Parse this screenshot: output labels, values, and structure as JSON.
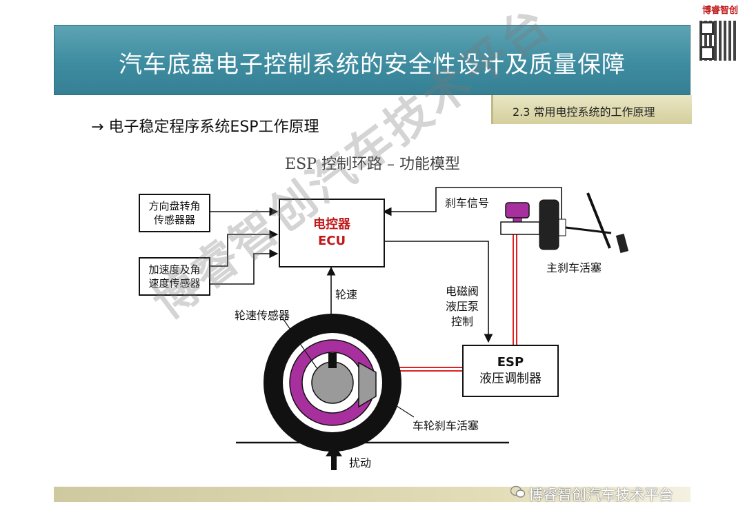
{
  "brand": {
    "top_label": "博睿智创"
  },
  "header": {
    "title": "汽车底盘电子控制系统的安全性设计及质量保障"
  },
  "section": {
    "label": "2.3 常用电控系统的工作原理"
  },
  "subtitle": "→ 电子稳定程序系统ESP工作原理",
  "diagram": {
    "title": "ESP 控制环路 – 功能模型",
    "boxes": {
      "steer_1": "方向盘转角",
      "steer_2": "传感器器",
      "accel_1": "加速度及角",
      "accel_2": "速度传感器",
      "ecu_1": "电控器",
      "ecu_2": "ECU",
      "esp_1": "ESP",
      "esp_2": "液压调制器"
    },
    "labels": {
      "brake_signal": "刹车信号",
      "master_piston": "主刹车活塞",
      "wheel_speed": "轮速",
      "valve_control": "电磁阀\n液压泵\n控制",
      "speed_sensor": "轮速传感器",
      "wheel_piston": "车轮刹车活塞",
      "disturbance": "扰动"
    },
    "colors": {
      "hydraulic_line": "#e02020",
      "caliper": "#a8309e",
      "tire": "#111111",
      "hub": "#9a9a9a"
    }
  },
  "watermark": {
    "diagonal": "博睿智创汽车技术平台",
    "bottom": "博睿智创汽车技术平台"
  }
}
